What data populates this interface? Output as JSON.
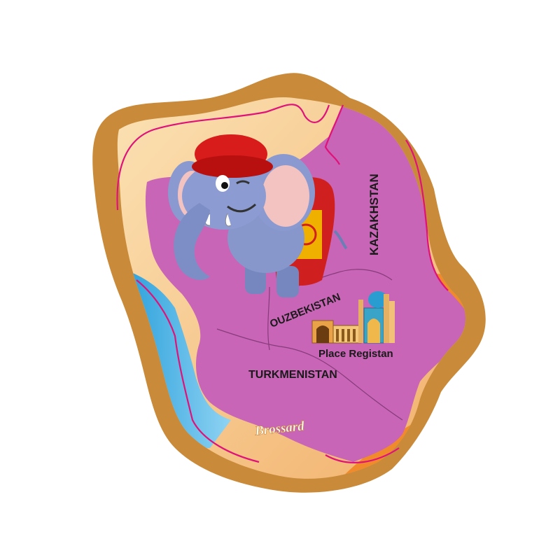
{
  "map": {
    "labels": {
      "kazakhstan": "KAZAKHSTAN",
      "uzbekistan": "OUZBEKISTAN",
      "turkmenistan": "TURKMENISTAN",
      "landmark": "Place Registan"
    },
    "brand": "Brossard",
    "colors": {
      "frame": "#c98a3a",
      "sand": "#f7c98e",
      "region": "#c865b6",
      "border_line": "#e0127a",
      "sea": "#2fa8e0",
      "accent_orange": "#f08a2a"
    }
  },
  "icons": [
    "elephant-mascot-icon",
    "registan-monument-icon"
  ]
}
